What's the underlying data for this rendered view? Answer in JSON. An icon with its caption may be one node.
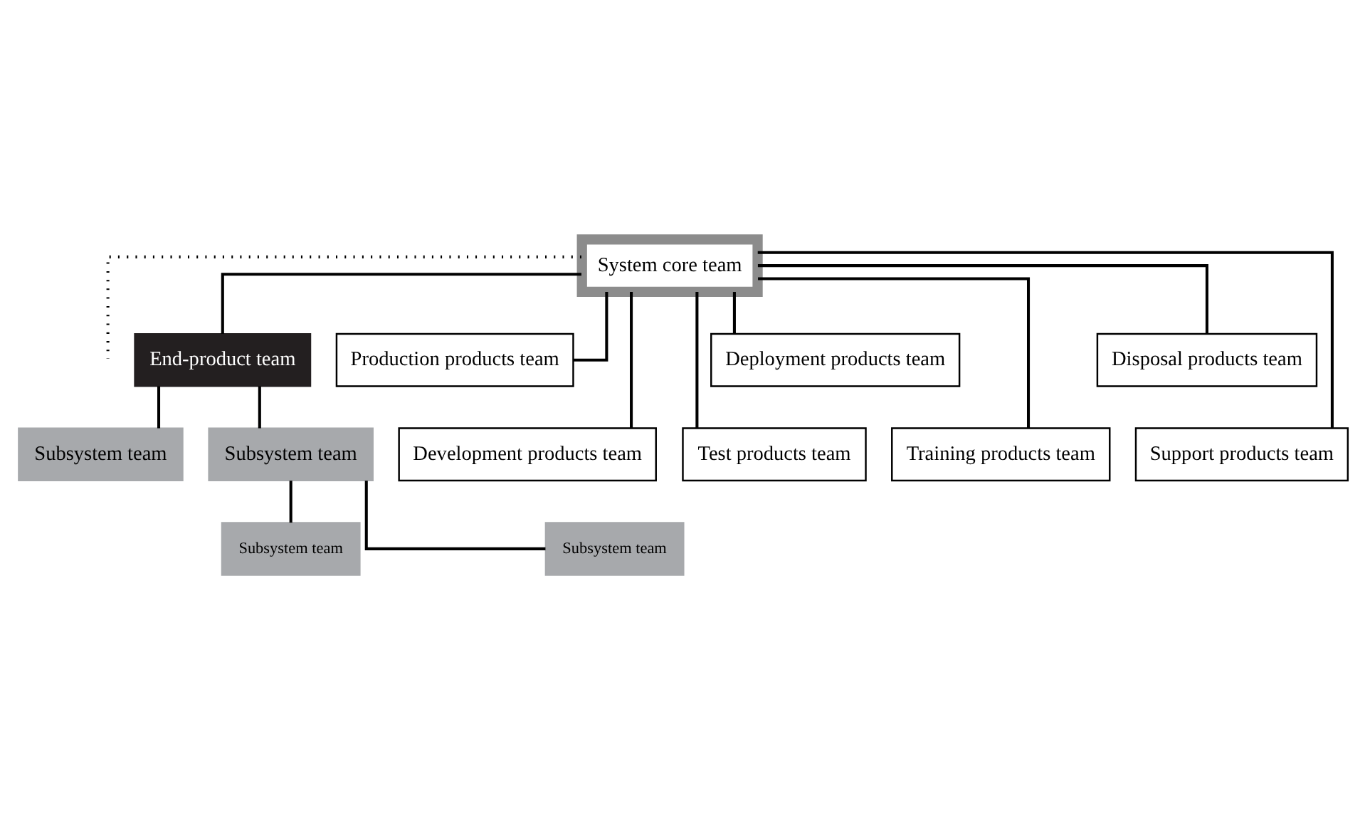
{
  "diagram": {
    "nodes": [
      {
        "text": [
          "System core team"
        ]
      },
      {
        "text": [
          "End-product team"
        ]
      },
      {
        "text": [
          "Subsystem team"
        ]
      },
      {
        "text": [
          "Subsystem team"
        ]
      },
      {
        "text": [
          "Subsystem team"
        ]
      },
      {
        "text": [
          "Subsystem team"
        ]
      },
      {
        "text": [
          "Development products team"
        ]
      },
      {
        "text": [
          "Production products team"
        ]
      },
      {
        "text": [
          "Test products team"
        ]
      },
      {
        "text": [
          "Deployment products team"
        ]
      },
      {
        "text": [
          "Training products team"
        ]
      },
      {
        "text": [
          "Support products team"
        ]
      },
      {
        "text": [
          "Disposal products team"
        ]
      }
    ],
    "edges": [
      {
        "from": 0,
        "to": null,
        "arrow": "none",
        "style": "dashed"
      },
      {
        "from": 0,
        "to": 1,
        "arrow": "none"
      },
      {
        "from": 1,
        "to": 2,
        "arrow": "none"
      },
      {
        "from": 1,
        "to": 3,
        "arrow": "none"
      },
      {
        "from": 3,
        "to": 4,
        "arrow": "none"
      },
      {
        "from": 3,
        "to": 5,
        "arrow": "none"
      },
      {
        "from": 0,
        "to": 6,
        "arrow": "none"
      },
      {
        "from": 0,
        "to": 7,
        "arrow": "none"
      },
      {
        "from": 0,
        "to": 8,
        "arrow": "none"
      },
      {
        "from": 0,
        "to": 9,
        "arrow": "none"
      },
      {
        "from": 0,
        "to": 10,
        "arrow": "none"
      },
      {
        "from": 0,
        "to": 11,
        "arrow": "none"
      },
      {
        "from": 0,
        "to": 12,
        "arrow": "none"
      }
    ]
  }
}
